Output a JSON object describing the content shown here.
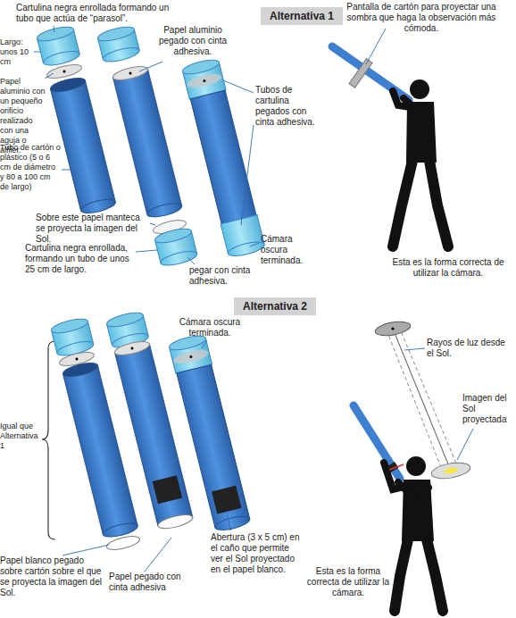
{
  "diagram": {
    "nodes": [
      {
        "text": [
          "Alternativa 1"
        ]
      },
      {
        "text": [
          "Alternativa 2"
        ]
      }
    ],
    "labels": [
      "Cartulina negra enrollada formando un tubo que actúa de “parasol”.",
      "Papel aluminio pegado con cinta adhesiva.",
      "Pantalla de cartón para proyectar una sombra que haga la observación más cómoda.",
      "Largo: unos 10 cm",
      "Papel aluminio con un pequeño orificio realizado con una aguja o alfiler.",
      "Tubos de cartulina pegados con cinta adhesiva.",
      "Tubo de cartón o plástico (5 o 6 cm de diámetro y 80 a 100 cm de largo)",
      "Sobre este papel manteca se proyecta la imagen del Sol.",
      "pegar con cinta adhesiva.",
      "Cámara oscura terminada.",
      "Cartulina negra enrollada, formando un tubo de unos 25 cm de largo.",
      "Esta es la forma correcta de utilizar la cámara.",
      "Cámara oscura terminada.",
      "Rayos de luz desde el Sol.",
      "Imagen del Sol proyectada",
      "Igual que Alternativa 1",
      "Papel blanco pegado sobre cartón sobre el que se proyecta la imagen del Sol.",
      "Papel pegado con cinta adhesiva",
      "Abertura (3 x 5 cm) en el caño que permite ver el Sol proyectado en el papel blanco.",
      "Esta es la forma correcta de utilizar la cámara."
    ]
  }
}
